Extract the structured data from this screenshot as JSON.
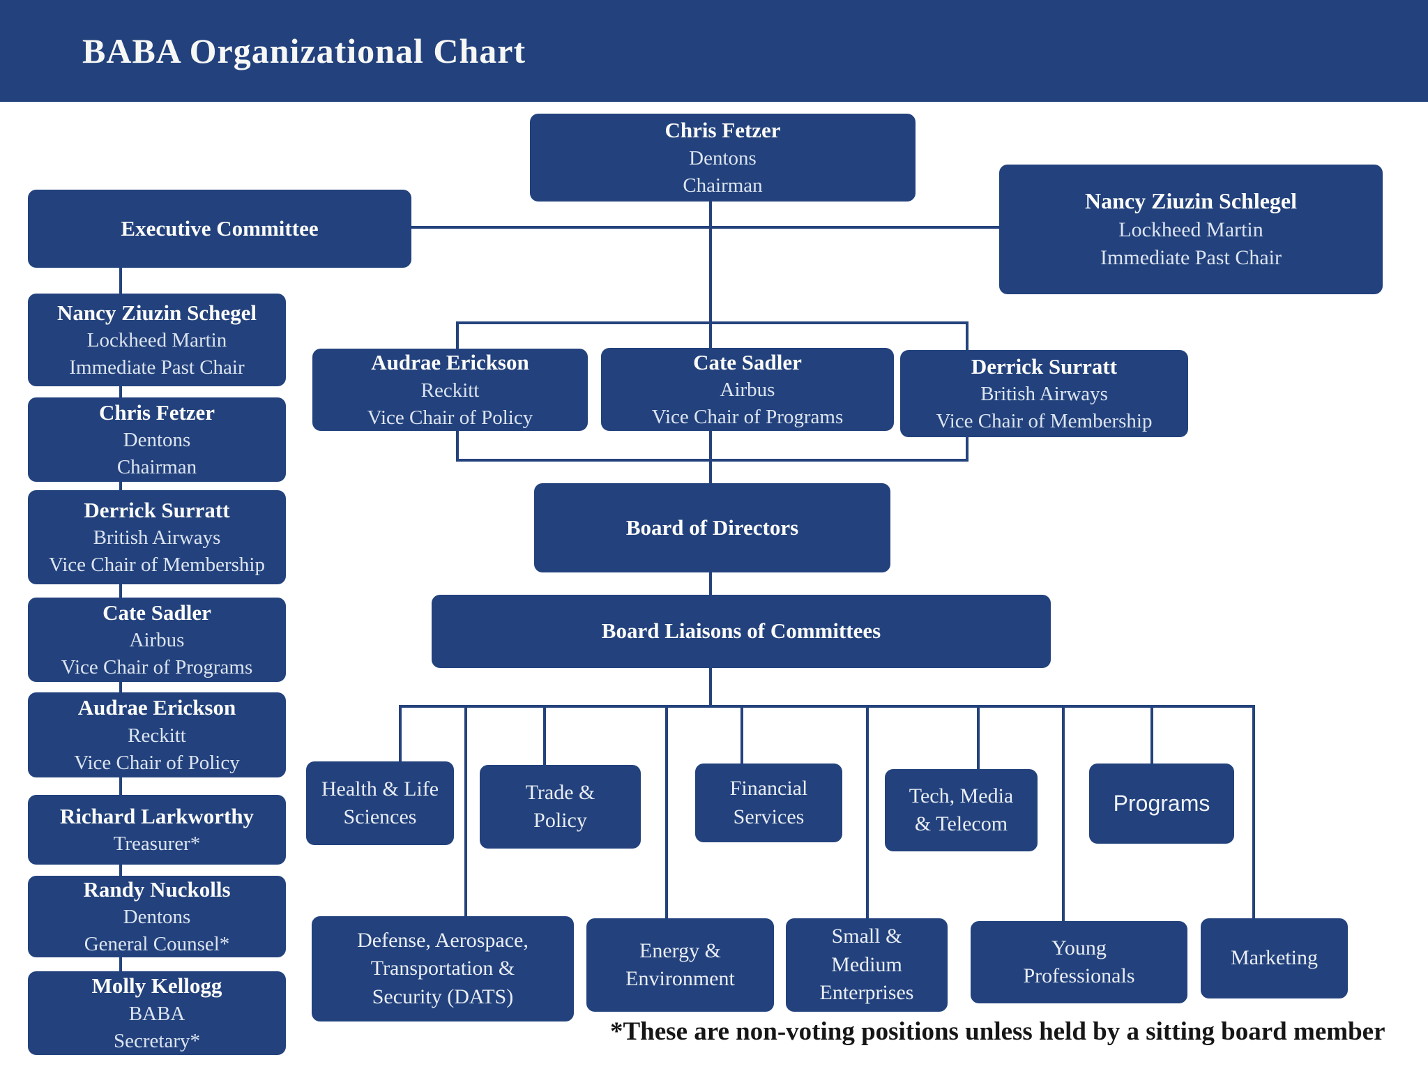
{
  "header": {
    "title": "BABA Organizational Chart"
  },
  "chairman": {
    "name": "Chris Fetzer",
    "org": "Dentons",
    "role": "Chairman"
  },
  "immediate_past_chair": {
    "name": "Nancy Ziuzin Schlegel",
    "org": "Lockheed Martin",
    "role": "Immediate Past Chair"
  },
  "executive_committee": {
    "label": "Executive Committee",
    "members": [
      {
        "name": "Nancy Ziuzin Schegel",
        "org": "Lockheed Martin",
        "role": "Immediate Past Chair"
      },
      {
        "name": "Chris Fetzer",
        "org": "Dentons",
        "role": "Chairman"
      },
      {
        "name": "Derrick Surratt",
        "org": "British Airways",
        "role": "Vice Chair of Membership"
      },
      {
        "name": "Cate Sadler",
        "org": "Airbus",
        "role": "Vice Chair of Programs"
      },
      {
        "name": "Audrae Erickson",
        "org": "Reckitt",
        "role": "Vice Chair of Policy"
      },
      {
        "name": "Richard Larkworthy",
        "role": "Treasurer*"
      },
      {
        "name": "Randy Nuckolls",
        "org": "Dentons",
        "role": "General Counsel*"
      },
      {
        "name": "Molly Kellogg",
        "org": "BABA",
        "role": "Secretary*"
      }
    ]
  },
  "vice_chairs": [
    {
      "name": "Audrae Erickson",
      "org": "Reckitt",
      "role": "Vice Chair of Policy"
    },
    {
      "name": "Cate Sadler",
      "org": "Airbus",
      "role": "Vice Chair of Programs"
    },
    {
      "name": "Derrick Surratt",
      "org": "British Airways",
      "role": "Vice Chair of Membership"
    }
  ],
  "board_of_directors": {
    "label": "Board of Directors"
  },
  "board_liaisons": {
    "label": "Board Liaisons of Committees"
  },
  "committees_row1": [
    {
      "line1": "Health & Life",
      "line2": "Sciences"
    },
    {
      "line1": "Trade &",
      "line2": "Policy"
    },
    {
      "line1": "Financial",
      "line2": "Services"
    },
    {
      "line1": "Tech, Media",
      "line2": "& Telecom"
    },
    {
      "line1": "Programs"
    }
  ],
  "committees_row2": [
    {
      "line1": "Defense, Aerospace,",
      "line2": "Transportation &",
      "line3": "Security (DATS)"
    },
    {
      "line1": "Energy &",
      "line2": "Environment"
    },
    {
      "line1": "Small &",
      "line2": "Medium",
      "line3": "Enterprises"
    },
    {
      "line1": "Young",
      "line2": "Professionals"
    },
    {
      "line1": "Marketing"
    }
  ],
  "footnote": "*These are non-voting positions unless held by a sitting board member",
  "colors": {
    "navy": "#23427D",
    "line": "#24427C",
    "name_text": "#FBFBF8",
    "body_text": "#DCE4F0",
    "footnote_text": "#161616",
    "background": "#FFFFFF"
  }
}
